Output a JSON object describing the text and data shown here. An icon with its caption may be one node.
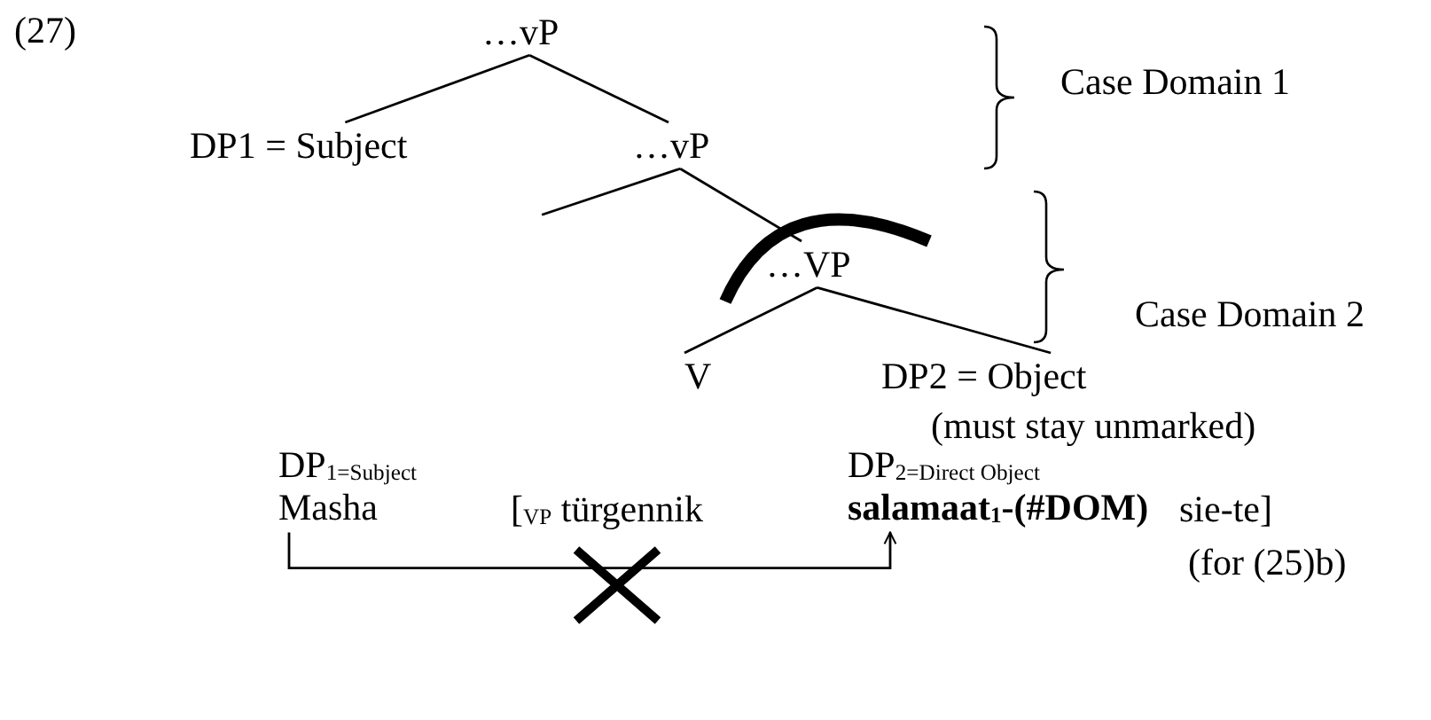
{
  "diagram": {
    "nodes": [
      {
        "text": [
          "…vP"
        ]
      },
      {
        "text": [
          "DP1 = Subject"
        ]
      },
      {
        "text": [
          "…vP"
        ]
      },
      {
        "text": [
          "…VP"
        ]
      },
      {
        "text": [
          "V"
        ]
      },
      {
        "text": [
          "DP2 = Object"
        ],
        "beside": [
          "(must stay unmarked)"
        ]
      },
      {
        "text": [
          "DP$_{1=Subject}$",
          "Masha"
        ]
      },
      {
        "text": [
          "DP$_{2=Direct Object}$",
          "**salamaat$_{1}$-(#DOM)**"
        ]
      }
    ],
    "edges": [
      {
        "from": 0,
        "to": 1,
        "arrow": "none"
      },
      {
        "from": 0,
        "to": 2,
        "arrow": "none"
      },
      {
        "from": 2,
        "to": null,
        "arrow": "none"
      },
      {
        "from": 2,
        "to": 3,
        "arrow": "none"
      },
      {
        "from": 3,
        "to": 4,
        "arrow": "none"
      },
      {
        "from": 3,
        "to": 5,
        "arrow": "none"
      },
      {
        "from": 6,
        "to": 7,
        "arrow": "to"
      }
    ],
    "labels": [
      "(27)",
      "Case Domain 1",
      "Case Domain 2",
      "[$_{VP}$ türgennik",
      "sie-te]",
      "(for (25)b)"
    ]
  }
}
